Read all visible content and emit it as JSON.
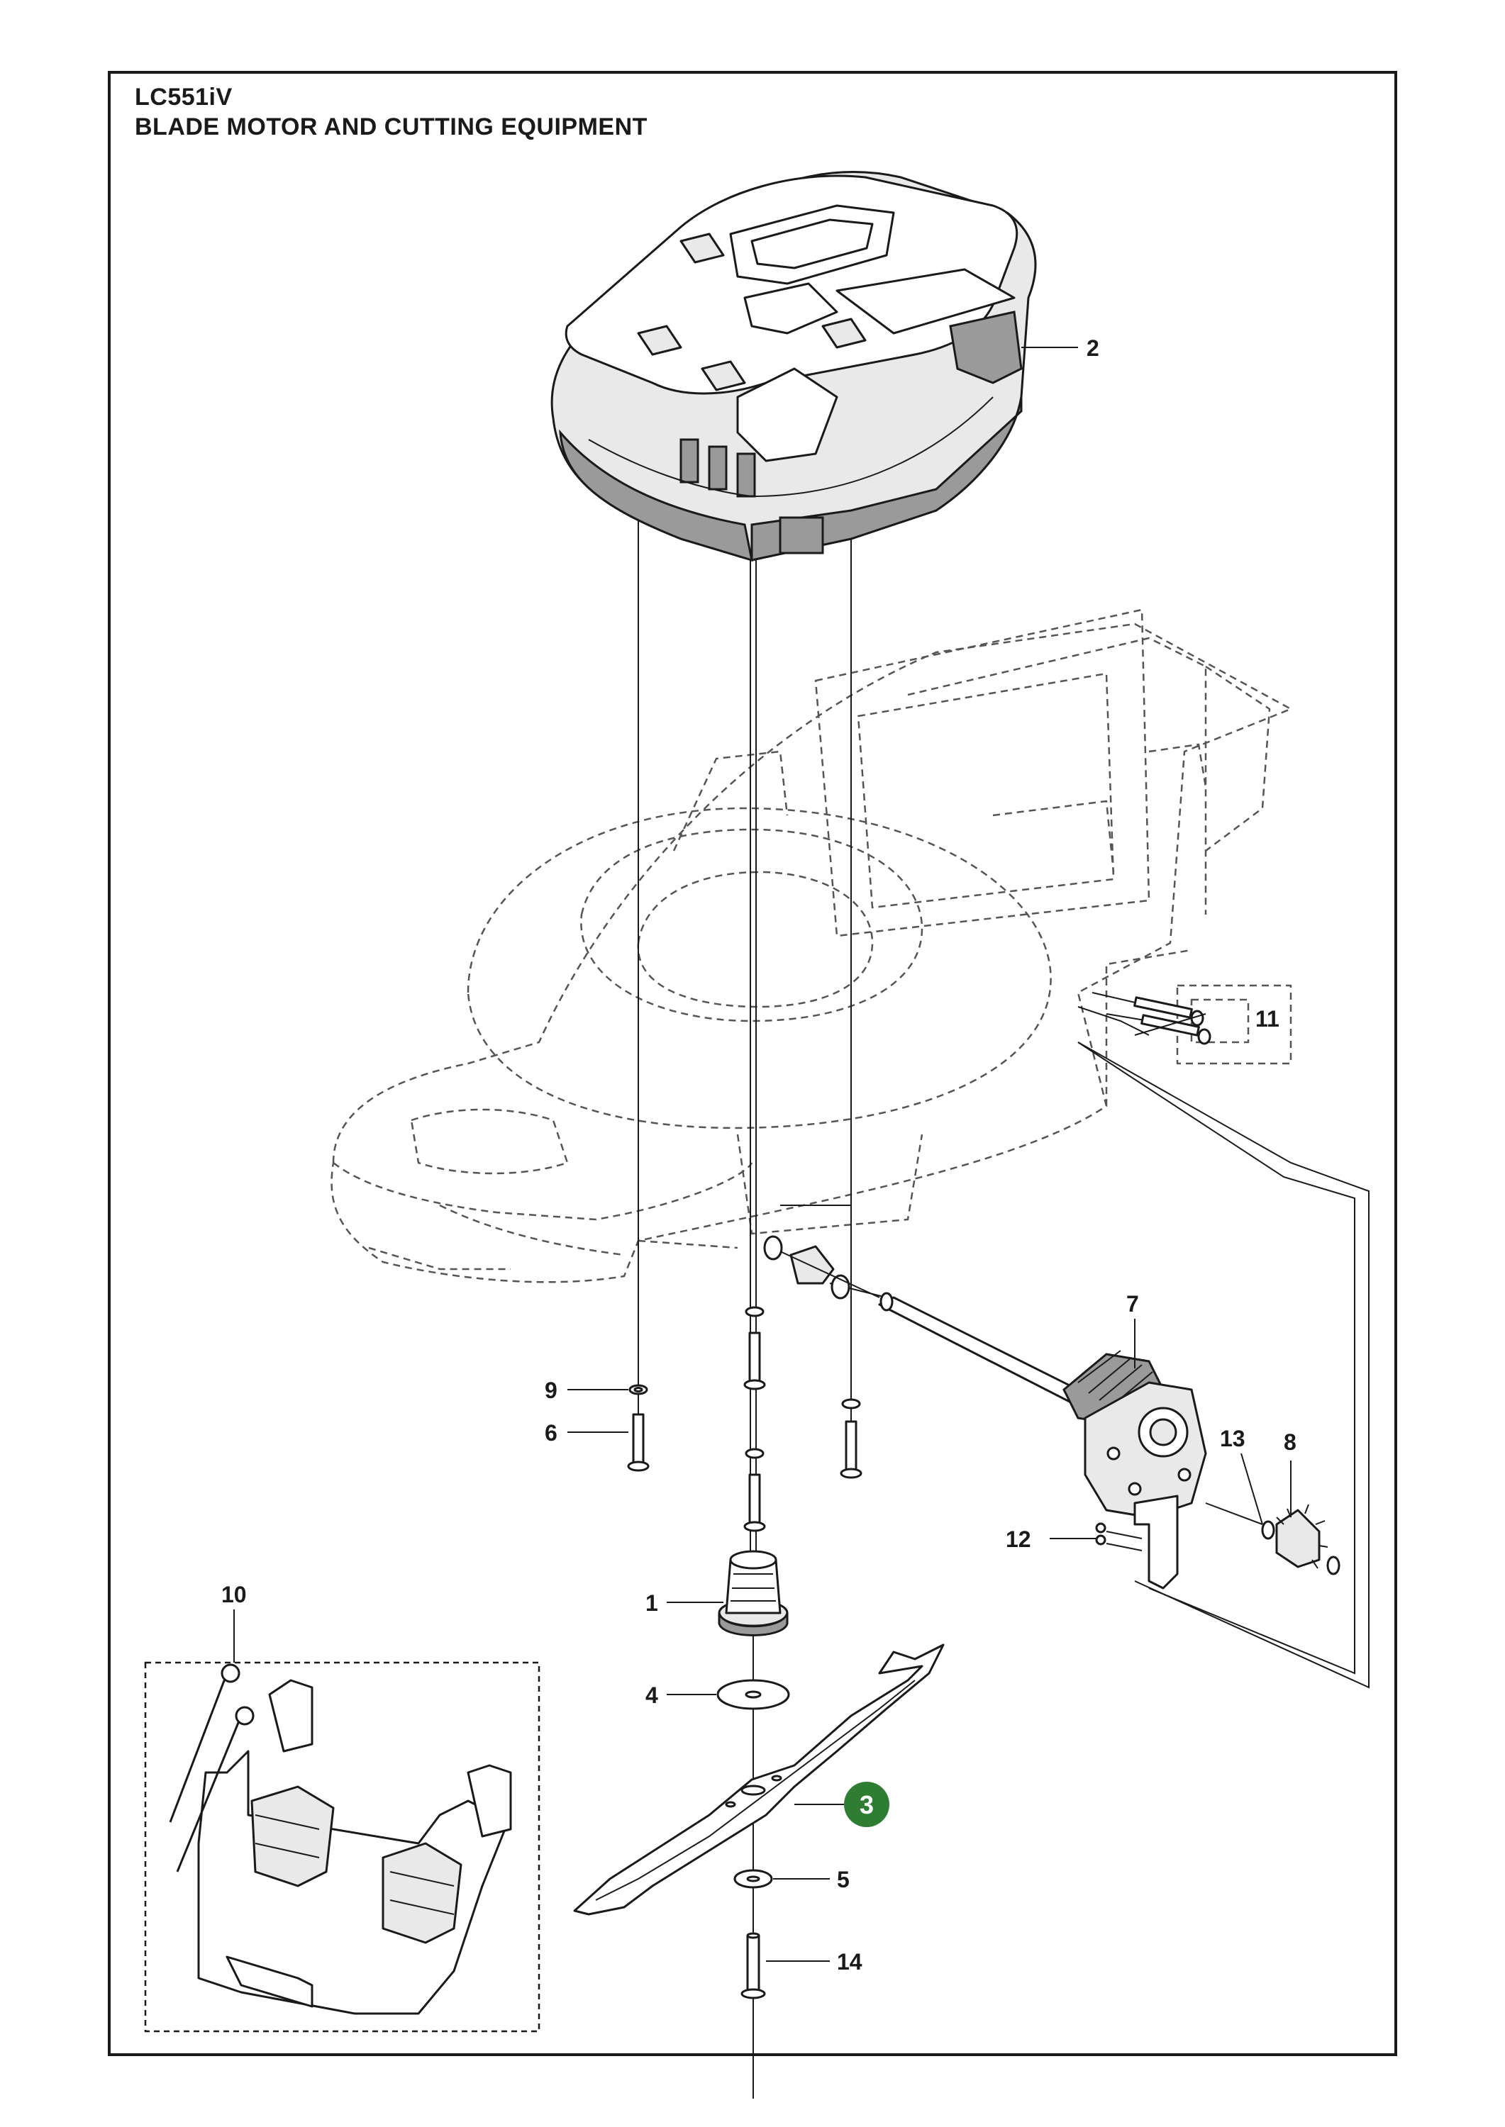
{
  "header": {
    "model": "LC551iV",
    "section": "BLADE MOTOR AND CUTTING EQUIPMENT"
  },
  "callouts": {
    "c1": "1",
    "c2": "2",
    "c3": "3",
    "c4": "4",
    "c5": "5",
    "c6": "6",
    "c7": "7",
    "c8": "8",
    "c9": "9",
    "c10": "10",
    "c11": "11",
    "c12": "12",
    "c13": "13",
    "c14": "14"
  },
  "colors": {
    "highlight": "#2e7d32",
    "line": "#1a1a1a",
    "ghost": "#555555"
  }
}
